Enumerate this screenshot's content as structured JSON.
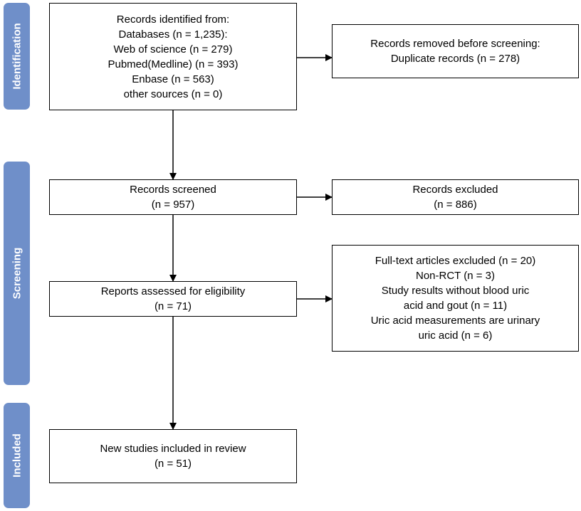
{
  "phases": {
    "identification": "Identification",
    "screening": "Screening",
    "included": "Included"
  },
  "boxes": {
    "identified": {
      "lines": [
        "Records identified from:",
        "Databases (n = 1,235):",
        "Web of science (n = 279)",
        "Pubmed(Medline) (n = 393)",
        "Enbase (n = 563)",
        "other sources (n = 0)"
      ]
    },
    "removed": {
      "lines": [
        "Records removed before screening:",
        "Duplicate records (n = 278)"
      ]
    },
    "screened": {
      "lines": [
        "Records screened",
        "(n = 957)"
      ]
    },
    "excluded": {
      "lines": [
        "Records excluded",
        "(n = 886)"
      ]
    },
    "assessed": {
      "lines": [
        "Reports assessed for eligibility",
        "(n = 71)"
      ]
    },
    "fulltext_excluded": {
      "lines": [
        "Full-text articles excluded (n = 20)",
        "Non-RCT (n = 3)",
        "Study results without blood uric",
        "acid and gout (n = 11)",
        "Uric acid measurements are urinary",
        "uric acid (n = 6)"
      ]
    },
    "included": {
      "lines": [
        "New studies included in review",
        "(n = 51)"
      ]
    }
  }
}
